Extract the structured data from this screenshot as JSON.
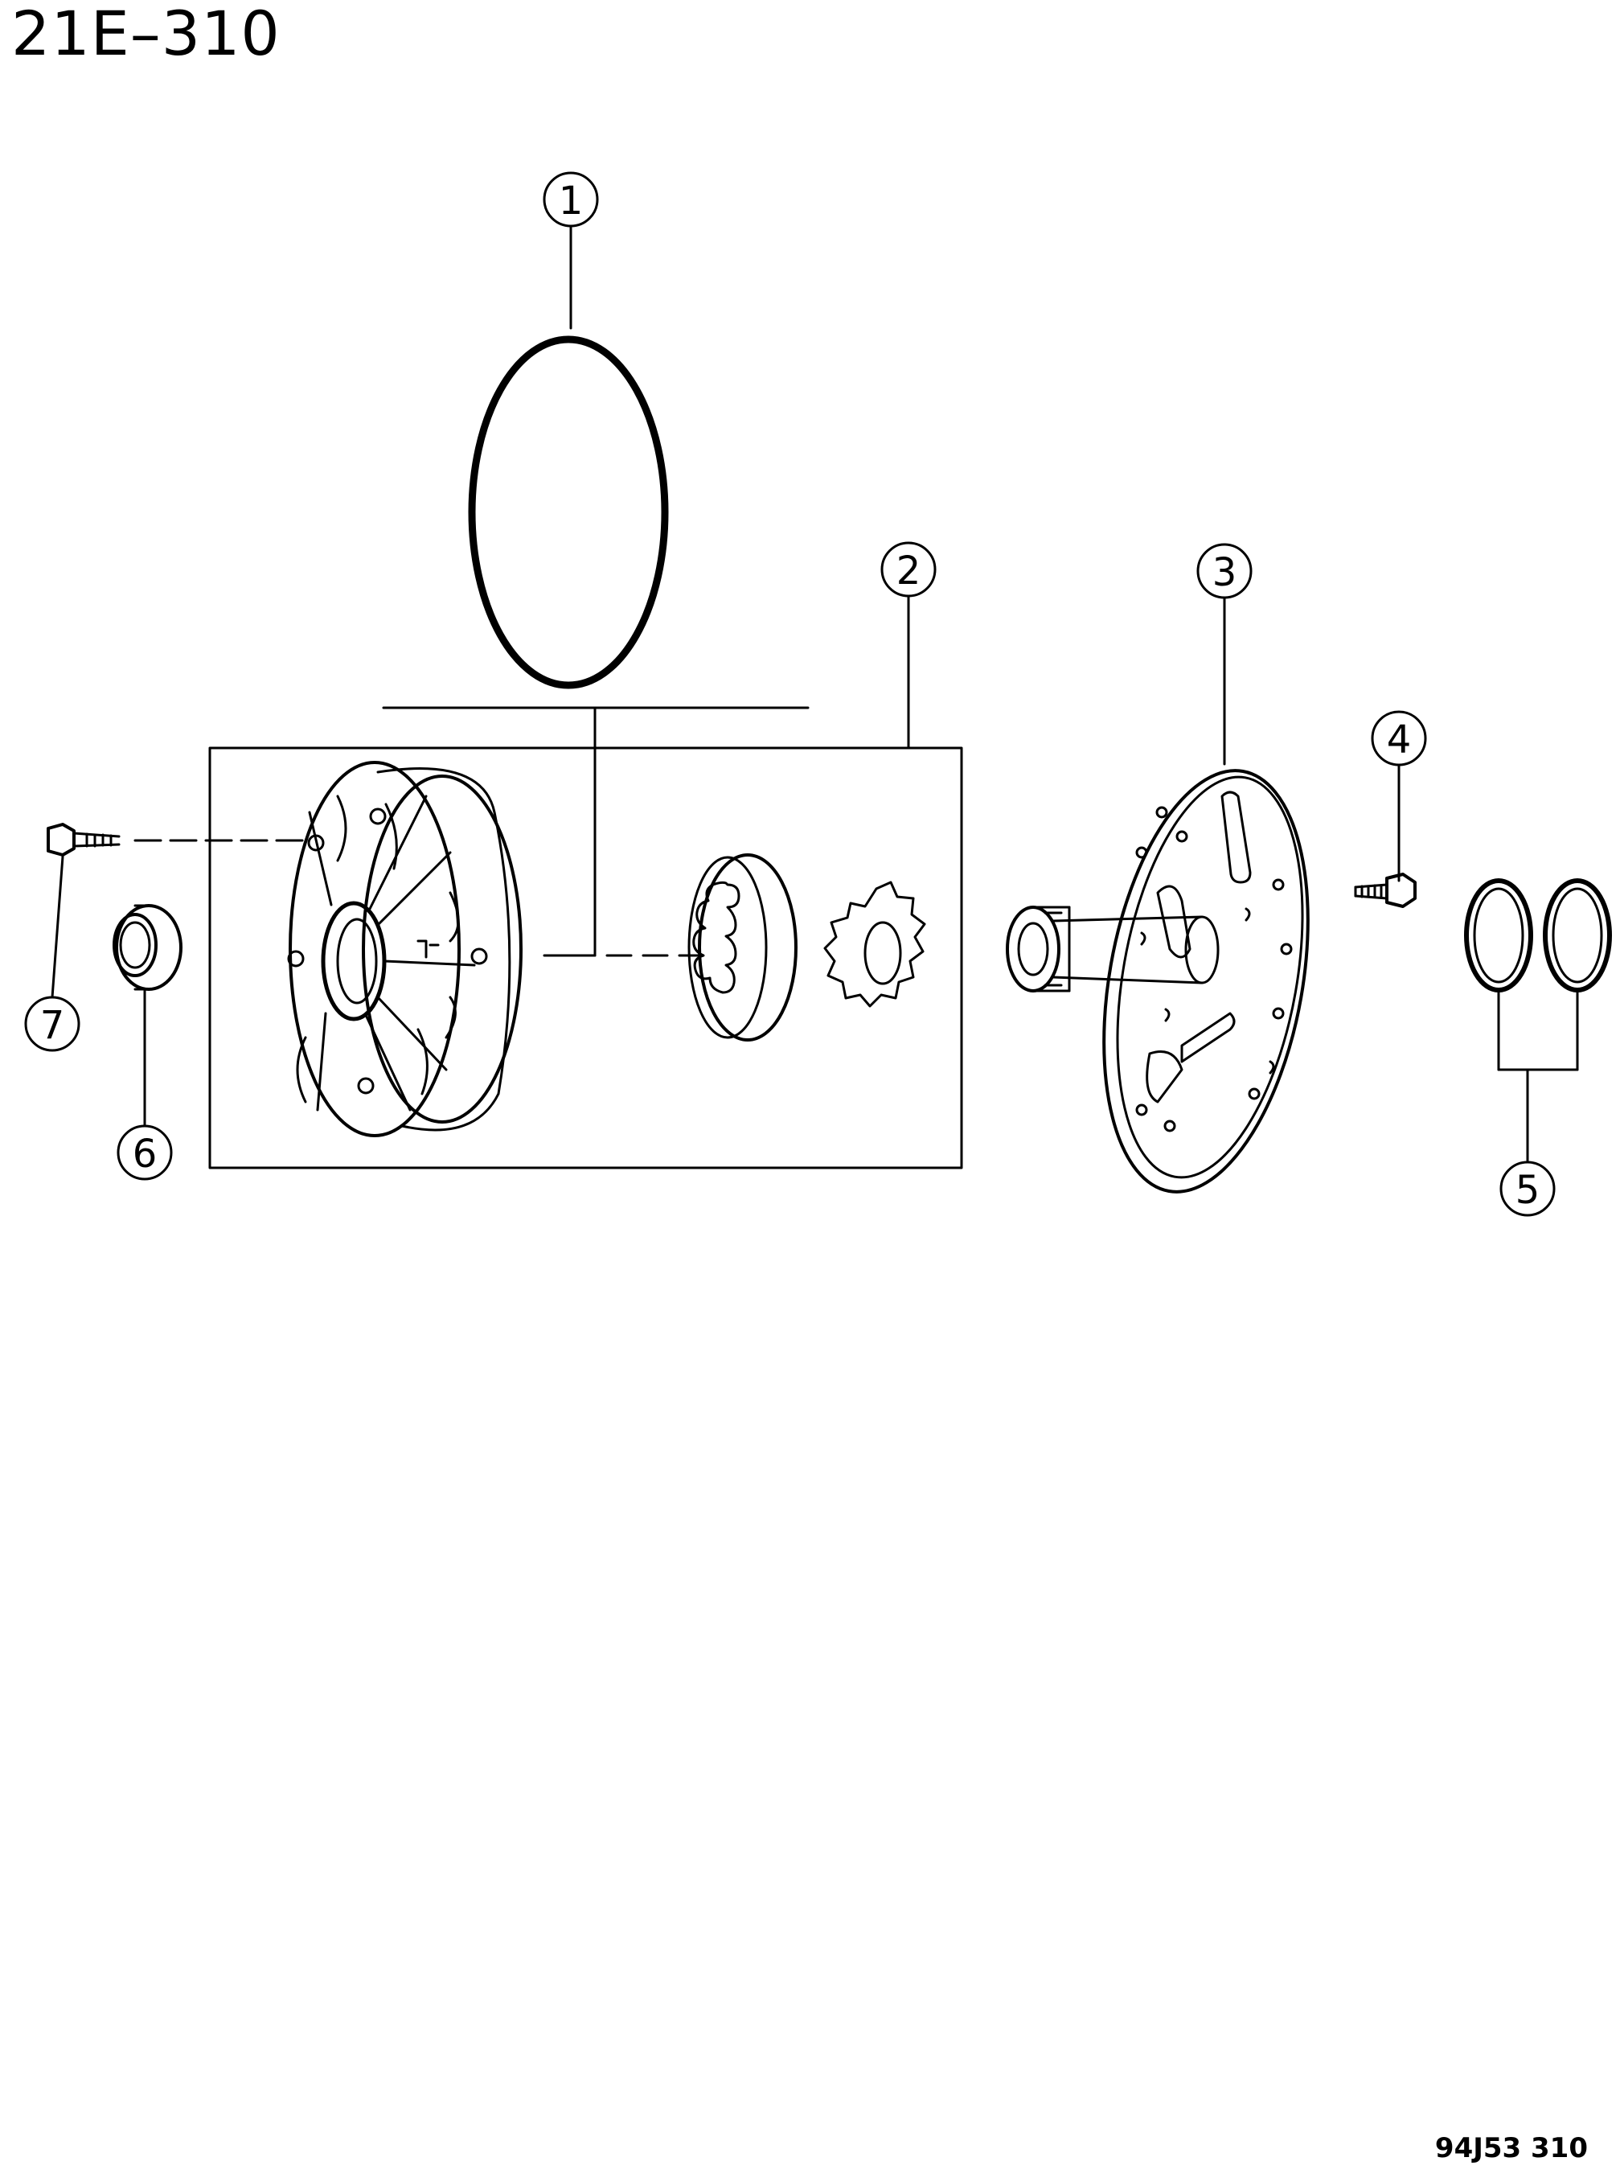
{
  "header": {
    "page_code": "21E–310"
  },
  "footer": {
    "figure_id": "94J53 310"
  },
  "callouts": {
    "c1": "1",
    "c2": "2",
    "c3": "3",
    "c4": "4",
    "c5": "5",
    "c6": "6",
    "c7": "7"
  },
  "colors": {
    "ink": "#000000",
    "paper": "#ffffff"
  }
}
